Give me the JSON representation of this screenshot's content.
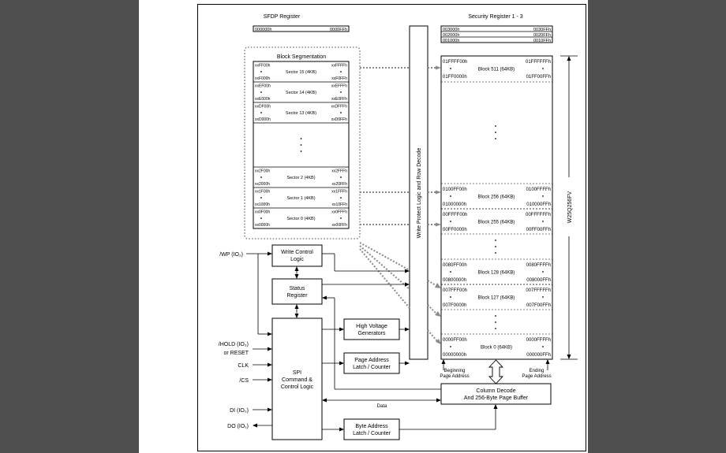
{
  "sfdp": {
    "title": "SFDP Register",
    "start": "000000h",
    "end": "0000FFh"
  },
  "security": {
    "title": "Security Register 1 - 3",
    "rows": [
      {
        "start": "003000h",
        "end": "0030FFh"
      },
      {
        "start": "002000h",
        "end": "0020FFh"
      },
      {
        "start": "001000h",
        "end": "0010FFh"
      }
    ]
  },
  "block_segmentation": {
    "title": "Block Segmentation",
    "sectors": [
      {
        "left_top": "xxFF00h",
        "right_top": "xxFFFFh",
        "label": "Sector 15 (4KB)",
        "left_bottom": "xxF000h",
        "right_bottom": "xxF0FFh"
      },
      {
        "left_top": "xxEF00h",
        "right_top": "xxEFFFh",
        "label": "Sector 14 (4KB)",
        "left_bottom": "xxE000h",
        "right_bottom": "xxE0FFh"
      },
      {
        "left_top": "xxDF00h",
        "right_top": "xxDFFFh",
        "label": "Sector 13 (4KB)",
        "left_bottom": "xxD000h",
        "right_bottom": "xxD0FFh"
      },
      {
        "left_top": "xx2F00h",
        "right_top": "xx2FFFh",
        "label": "Sector 2 (4KB)",
        "left_bottom": "xx2000h",
        "right_bottom": "xx20FFh"
      },
      {
        "left_top": "xx1F00h",
        "right_top": "xx1FFFh",
        "label": "Sector 1 (4KB)",
        "left_bottom": "xx1000h",
        "right_bottom": "xx10FFh"
      },
      {
        "left_top": "xx0F00h",
        "right_top": "xx0FFFh",
        "label": "Sector 0 (4KB)",
        "left_bottom": "xx0000h",
        "right_bottom": "xx00FFh"
      }
    ]
  },
  "write_protect_label": "Write Protect Logic and Row Decode",
  "memory_blocks": [
    {
      "left_top": "01FFFF00h",
      "right_top": "01FFFFFFh",
      "label": "Block 511 (64KB)",
      "left_bottom": "01FF0000h",
      "right_bottom": "01FF00FFh"
    },
    {
      "left_top": "0100FF00h",
      "right_top": "0100FFFFh",
      "label": "Block 256 (64KB)",
      "left_bottom": "01000000h",
      "right_bottom": "010000FFh"
    },
    {
      "left_top": "00FFFF00h",
      "right_top": "00FFFFFFh",
      "label": "Block 255 (64KB)",
      "left_bottom": "00FF0000h",
      "right_bottom": "00FF00FFh"
    },
    {
      "left_top": "0080FF00h",
      "right_top": "0080FFFFh",
      "label": "Block 128 (64KB)",
      "left_bottom": "00800000h",
      "right_bottom": "008000FFh"
    },
    {
      "left_top": "007FFF00h",
      "right_top": "007FFFFFh",
      "label": "Block 127 (64KB)",
      "left_bottom": "007F0000h",
      "right_bottom": "007F00FFh"
    },
    {
      "left_top": "0000FF00h",
      "right_top": "0000FFFFh",
      "label": "Block 0 (64KB)",
      "left_bottom": "00000000h",
      "right_bottom": "000000FFh"
    }
  ],
  "chip_name": "W25Q256FV",
  "blocks": {
    "write_control": [
      "Write Control",
      "Logic"
    ],
    "status_register": [
      "Status",
      "Register"
    ],
    "high_voltage": [
      "High Voltage",
      "Generators"
    ],
    "page_address": [
      "Page Address",
      "Latch / Counter"
    ],
    "spi": [
      "SPI",
      "Command &",
      "Control Logic"
    ],
    "column_decode": [
      "Column Decode",
      "And 256-Byte Page Buffer"
    ],
    "byte_address": [
      "Byte Address",
      "Latch / Counter"
    ]
  },
  "pins": {
    "wp": "/WP (IO₂)",
    "hold": "/HOLD (IO₃)",
    "reset": "or RESET",
    "clk": "CLK",
    "cs": "/CS",
    "di": "DI (IO₀)",
    "do": "DO (IO₁)"
  },
  "labels": {
    "beginning": [
      "Beginning",
      "Page Address"
    ],
    "ending": [
      "Ending",
      "Page Address"
    ],
    "data": "Data"
  }
}
